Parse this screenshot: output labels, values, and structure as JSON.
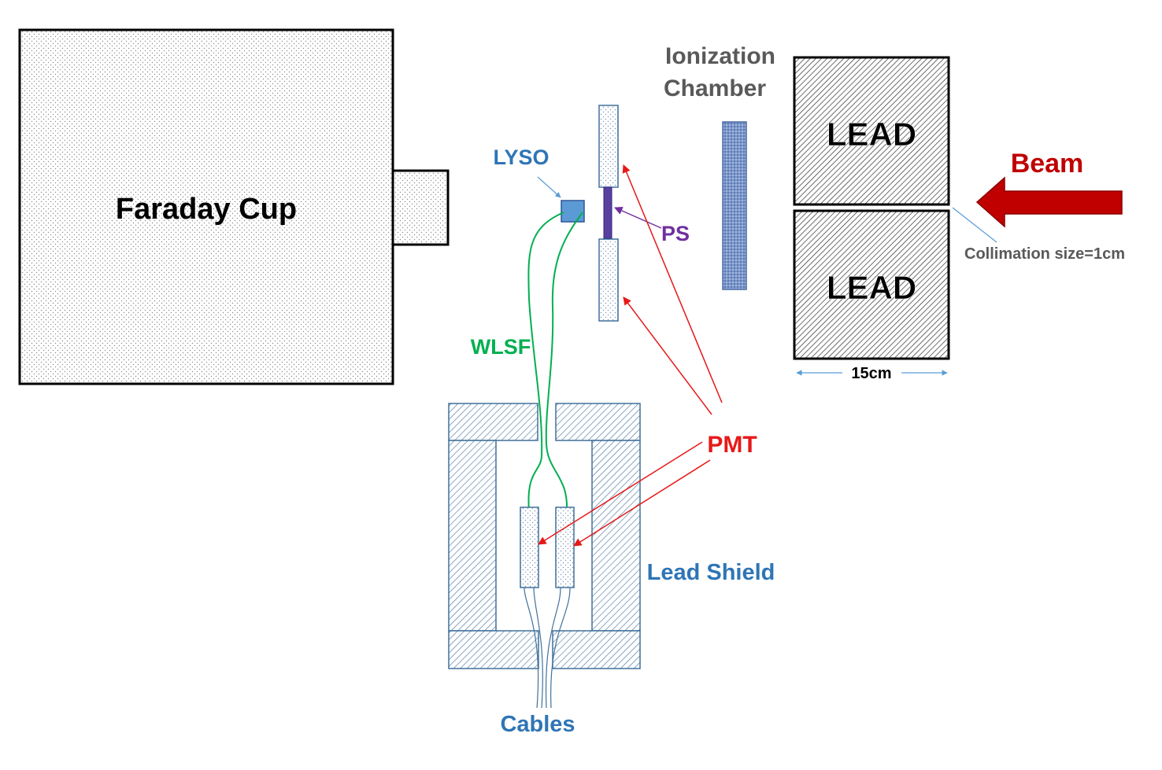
{
  "labels": {
    "faraday_cup": "Faraday Cup",
    "lyso": "LYSO",
    "ps": "PS",
    "wlsf": "WLSF",
    "ionization_line1": "Ionization",
    "ionization_line2": "Chamber",
    "lead_top": "LEAD",
    "lead_bottom": "LEAD",
    "beam": "Beam",
    "collimation": "Collimation size=1cm",
    "width_15cm": "15cm",
    "pmt": "PMT",
    "lead_shield": "Lead Shield",
    "cables": "Cables"
  },
  "colors": {
    "outline": "#000000",
    "shield_outline": "#41719c",
    "lyso_blue": "#2e75b6",
    "label_blue": "#2e75b6",
    "ps_purple": "#7030a0",
    "wlsf_green": "#00b050",
    "pmt_red": "#e61919",
    "beam_red": "#c00000",
    "ionization_gray": "#595959",
    "chamber_fill": "#6f8fc5"
  }
}
